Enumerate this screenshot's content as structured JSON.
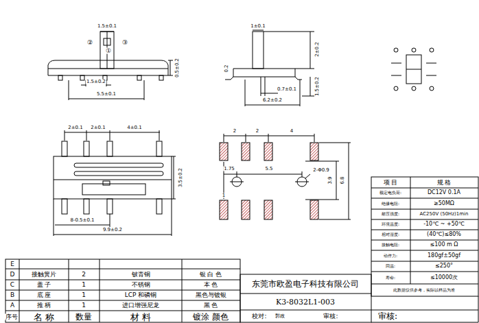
{
  "diagram": {
    "labels": [
      "1.5±0.1",
      "②",
      "①",
      "③",
      "1.5±0.2",
      "5.5±0.1",
      "0.5±0.2",
      "1±0.1",
      "2±0.2",
      "0.2",
      "0.7±0.1",
      "1.5±0.2",
      "6.2±0.2",
      "2±0.1",
      "2±0.1",
      "4±0.1",
      "3.5±0.2",
      "8-0.5±0.1",
      "9.9±0.2",
      "2",
      "2",
      "4",
      "1.75",
      "5.5",
      "2-Φ0.9",
      "3.9",
      "6.8",
      "1",
      "项 目",
      "规 格",
      "额定电负荷:",
      "DC12V 0.1A",
      "绝缘电阻:",
      "≥50MΩ",
      "耐压强度:",
      "AC250V (50Hz)1min",
      "环境温度:",
      "-10℃ ~ +50℃",
      "相对湿度:",
      "(40℃)≤80%",
      "接触电阻:",
      "≤100 m Ω",
      "动作力:",
      "180gf±50gf",
      "回温:",
      "≤250°",
      "寿命:",
      "≤10000次",
      "此数据仅供参考，实际以样品为准",
      "E",
      "D",
      "接触簧片",
      "2",
      "铍青铜",
      "银 白 色",
      "C",
      "盖 子",
      "1",
      "不锈钢",
      "本 色",
      "B",
      "底 座",
      "1",
      "LCP 和磷铜",
      "黑色与镀银",
      "A",
      "推 柄",
      "1",
      "进口增强尼龙",
      "黑 色",
      "序号",
      "名 称",
      "数量",
      "材 料",
      "镀涂 颜色",
      "东莞市欧盈电子科技有限公司",
      "K3-8032L1-003",
      "校对:",
      "郭政",
      "审核:",
      "审核:"
    ]
  }
}
